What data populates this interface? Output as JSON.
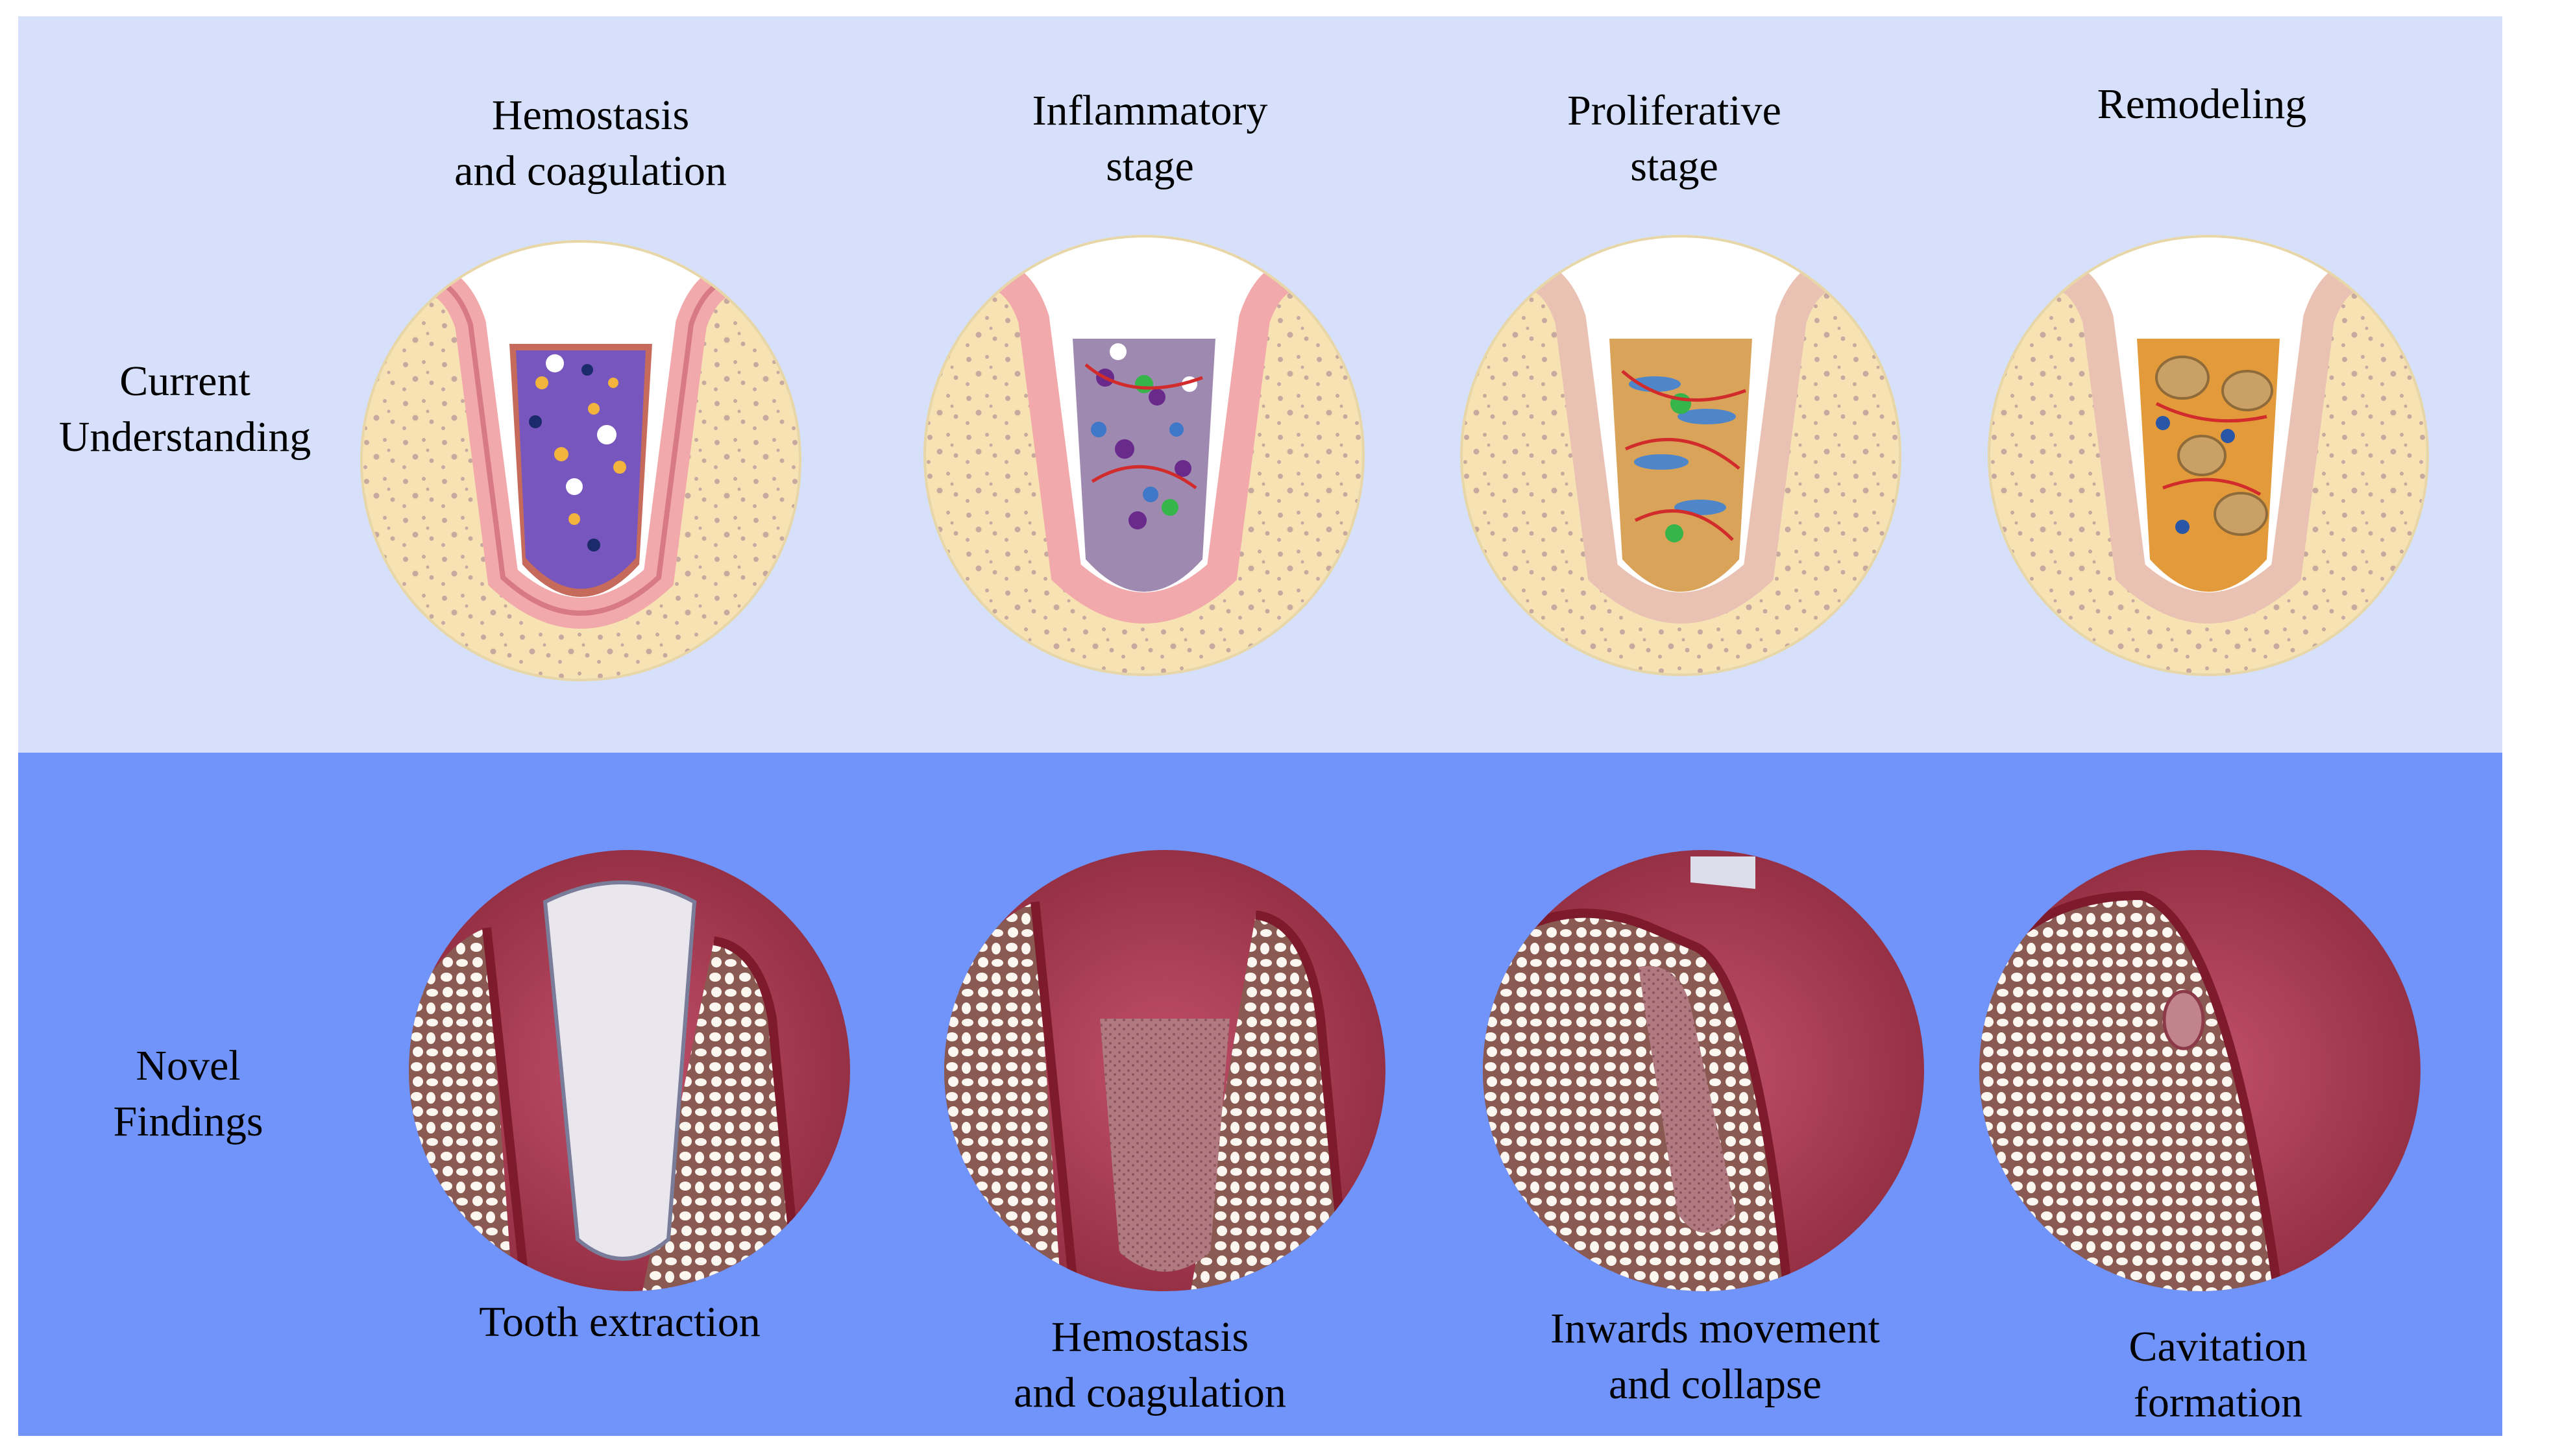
{
  "rows": {
    "current": {
      "label": "Current\nUnderstanding"
    },
    "novel": {
      "label": "Novel\nFindings"
    }
  },
  "stages": [
    {
      "title": "Hemostasis\nand coagulation"
    },
    {
      "title": "Inflammatory\nstage"
    },
    {
      "title": "Proliferative\nstage"
    },
    {
      "title": "Remodeling"
    }
  ],
  "findings": [
    {
      "caption": "Tooth extraction"
    },
    {
      "caption": "Hemostasis\nand coagulation"
    },
    {
      "caption": "Inwards movement\nand collapse"
    },
    {
      "caption": "Cavitation\nformation"
    }
  ],
  "colors": {
    "top_panel": "#d6e0fa",
    "bottom_panel": "#7094fa",
    "bone": "#f7e2b4",
    "gum": "#f2a9ab",
    "gum_dark": "#c5586a",
    "socket_tissue": "#8c1f35"
  }
}
